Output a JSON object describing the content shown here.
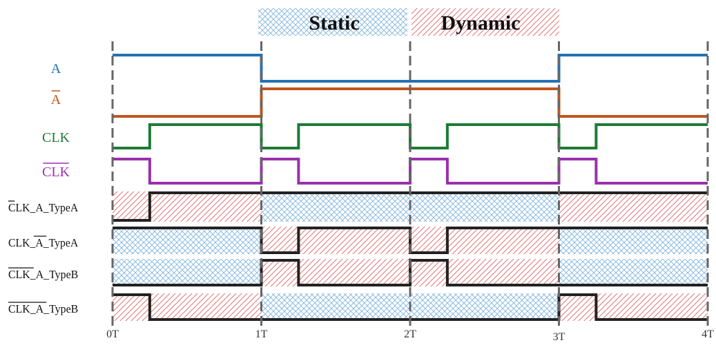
{
  "legend": {
    "static_label": "Static",
    "dynamic_label": "Dynamic"
  },
  "time_axis": {
    "ticks": [
      {
        "value": 0,
        "label": "0T"
      },
      {
        "value": 1,
        "label": "1T"
      },
      {
        "value": 2,
        "label": "2T"
      },
      {
        "value": 3,
        "label": "3T"
      },
      {
        "value": 4,
        "label": "4T"
      }
    ]
  },
  "signals": [
    {
      "id": "A",
      "text": "A",
      "bar": "none",
      "color": "#2471b5",
      "transitions": [
        [
          0,
          1
        ],
        [
          1,
          0
        ],
        [
          3,
          1
        ],
        [
          4,
          1
        ]
      ]
    },
    {
      "id": "A_bar",
      "text": "A",
      "bar": "full",
      "color": "#c0561d",
      "transitions": [
        [
          0,
          0
        ],
        [
          1,
          1
        ],
        [
          3,
          0
        ],
        [
          4,
          0
        ]
      ]
    },
    {
      "id": "CLK",
      "text": "CLK",
      "bar": "none",
      "color": "#1e7a36",
      "transitions": [
        [
          0,
          0
        ],
        [
          0.25,
          1
        ],
        [
          1,
          0
        ],
        [
          1.25,
          1
        ],
        [
          2,
          0
        ],
        [
          2.25,
          1
        ],
        [
          3,
          0
        ],
        [
          3.25,
          1
        ],
        [
          4,
          1
        ]
      ]
    },
    {
      "id": "CLK_bar",
      "text": "CLK",
      "bar": "full",
      "color": "#9b2fae",
      "transitions": [
        [
          0,
          1
        ],
        [
          0.25,
          0
        ],
        [
          1,
          1
        ],
        [
          1.25,
          0
        ],
        [
          2,
          1
        ],
        [
          2.25,
          0
        ],
        [
          3,
          1
        ],
        [
          3.25,
          0
        ],
        [
          4,
          0
        ]
      ]
    }
  ],
  "outputs": [
    {
      "id": "CLK_A_TypeA",
      "text": "CLK_A_TypeA",
      "bar_chars": [
        0,
        0
      ],
      "transitions": [
        [
          0,
          0
        ],
        [
          0.25,
          1
        ],
        [
          4,
          1
        ]
      ],
      "regions": [
        "dynamic",
        "static",
        "static",
        "dynamic"
      ]
    },
    {
      "id": "CLK_Abar_TypeA",
      "text": "CLK_A_TypeA",
      "bar_chars": [
        4,
        5
      ],
      "transitions": [
        [
          0,
          1
        ],
        [
          1,
          0
        ],
        [
          1.25,
          1
        ],
        [
          2,
          0
        ],
        [
          2.25,
          1
        ],
        [
          3,
          1
        ],
        [
          4,
          1
        ]
      ],
      "regions": [
        "static",
        "dynamic",
        "dynamic",
        "static"
      ]
    },
    {
      "id": "CLKbar_A_TypeB",
      "text": "CLK_A_TypeB",
      "bar_chars": [
        0,
        3
      ],
      "transitions": [
        [
          0,
          0
        ],
        [
          1,
          1
        ],
        [
          1.25,
          0
        ],
        [
          2,
          1
        ],
        [
          2.25,
          0
        ],
        [
          3,
          0
        ],
        [
          4,
          0
        ]
      ],
      "regions": [
        "static",
        "dynamic",
        "dynamic",
        "static"
      ]
    },
    {
      "id": "CLKbar_Abar_TypeB",
      "text": "CLK_A_TypeB",
      "bar_chars": [
        0,
        3,
        4,
        5
      ],
      "transitions": [
        [
          0,
          1
        ],
        [
          0.25,
          0
        ],
        [
          1,
          0
        ],
        [
          3,
          1
        ],
        [
          3.25,
          0
        ],
        [
          4,
          0
        ]
      ],
      "regions": [
        "dynamic",
        "static",
        "static",
        "dynamic"
      ]
    }
  ],
  "colors": {
    "static_pattern": "#7fb3dd",
    "dynamic_pattern": "#e07a7a",
    "output_line": "#222222",
    "grid_line": "#666666"
  }
}
